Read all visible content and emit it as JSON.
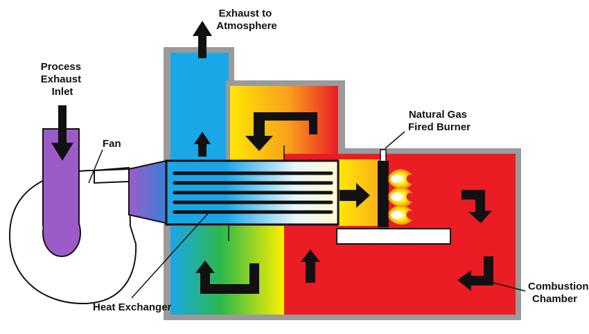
{
  "labels": {
    "process_exhaust_inlet": [
      "Process",
      "Exhaust",
      "Inlet"
    ],
    "fan": "Fan",
    "exhaust_to_atmosphere": [
      "Exhaust to",
      "Atmosphere"
    ],
    "natural_gas_fired_burner": [
      "Natural Gas",
      "Fired Burner"
    ],
    "heat_exchanger": "Heat Exchanger",
    "combustion_chamber": [
      "Combustion",
      "Chamber"
    ]
  },
  "colors": {
    "outline": "#9a9a9a",
    "stack_blue": "#1aa7e8",
    "hot_red": "#ea1c24",
    "hot_yellow": "#ffe500",
    "mid_green": "#2db84a",
    "process_purple": "#9b5cc8",
    "arrow": "#111111"
  }
}
